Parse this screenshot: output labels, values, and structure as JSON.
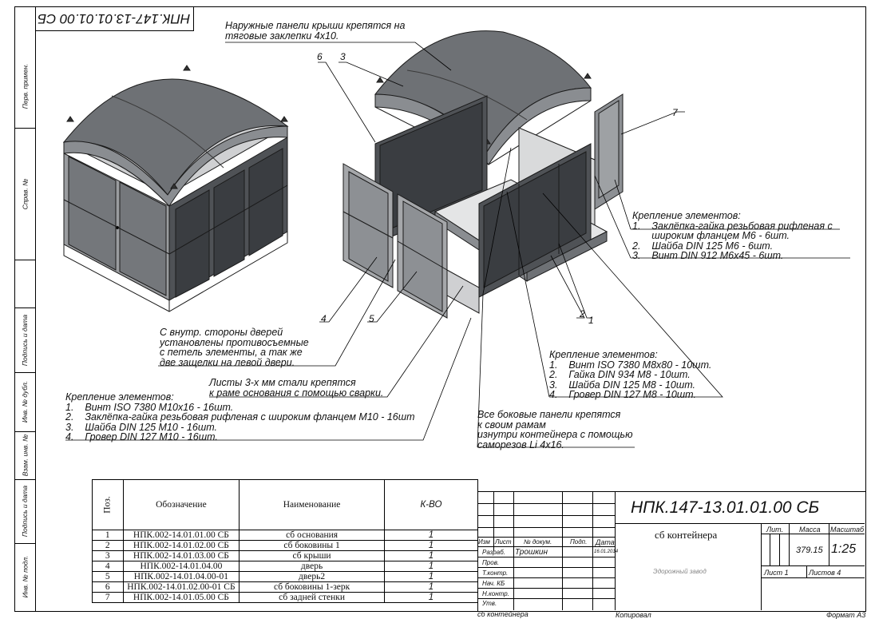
{
  "top_code": "НПК.147-13.01.01.00 СБ",
  "side_labels": [
    "Перв. примен.",
    "Справ. №",
    "Подпись и дата",
    "Инв. № дубл.",
    "Взам. инв. №",
    "Подпись и дата",
    "Инв. № подл."
  ],
  "callouts": [
    "6",
    "3",
    "7",
    "4",
    "5",
    "2",
    "1"
  ],
  "notes": {
    "roof": "Наружные панели крыши крепятся на\nтяговые заклепки 4x10.",
    "fix_right": "Крепление элементов:\n1.    Заклёпка-гайка резьбовая рифленая с\n       широким фланцем М6 - 6шт.\n2.    Шайба DIN 125 М6 - 6шт.\n3.    Винт DIN 912 М6x45 - 6шт.",
    "doors": "С внутр. стороны дверей\nустановлены противосъемные\nс петель элементы, а так же\nдве защелки на левой двери.",
    "fix_mid": "Крепление элементов:\n1.    Винт ISO 7380 М8x80 - 10шт.\n2.    Гайка DIN 934 М8 - 10шт.\n3.    Шайба DIN 125 М8 - 10шт.\n4.    Гровер DIN 127 М8 - 10шт.",
    "sheets": "Листы 3-х мм стали крепятся\nк раме основания с помощью сварки.",
    "fix_left": "Крепление элементов:\n1.    Винт ISO 7380 М10x16 - 16шт.\n2.    Заклёпка-гайка резьбовая рифленая с широким фланцем М10 - 16шт\n3.    Шайба DIN 125 М10 - 16шт.\n4.    Гровер DIN 127 М10 - 16шт.",
    "panels": "Все боковые панели крепятся\nк своим рамам\nизнутри контейнера с помощью\nсаморезов Li 4x16."
  },
  "spec": {
    "headers": [
      "Поз.",
      "Обозначение",
      "Наименование",
      "К-ВО"
    ],
    "rows": [
      [
        "1",
        "НПК.002-14.01.01.00 СБ",
        "сб основания",
        "1"
      ],
      [
        "2",
        "НПК.002-14.01.02.00 СБ",
        "сб боковины 1",
        "1"
      ],
      [
        "3",
        "НПК.002-14.01.03.00 СБ",
        "сб крыши",
        "1"
      ],
      [
        "4",
        "НПК.002-14.01.04.00",
        "дверь",
        "1"
      ],
      [
        "5",
        "НПК.002-14.01.04.00-01",
        "дверь2",
        "1"
      ],
      [
        "6",
        "НПК.002-14.01.02.00-01 СБ",
        "сб боковины 1-зерк",
        "1"
      ],
      [
        "7",
        "НПК.002-14.01.05.00 СБ",
        "сб задней стенки",
        "1"
      ]
    ]
  },
  "title_block": {
    "code": "НПК.147-13.01.01.00 СБ",
    "name": "сб контейнера",
    "col_heads": [
      "Изм",
      "Лист",
      "№ докум.",
      "Подп.",
      "Дата"
    ],
    "roles": [
      "Разраб.",
      "Пров.",
      "Т.контр.",
      "Нач. КБ",
      "Н.контр.",
      "Утв."
    ],
    "developer": "Трошкин",
    "date": "16.01.2014",
    "lit_label": "Лит.",
    "mass_label": "Масса",
    "scale_label": "Масштаб",
    "mass": "379.15",
    "scale": "1:25",
    "sheet_label": "Лист 1",
    "sheets_label": "Листов 4",
    "company": "Эдорожный завод",
    "footer_left": "сб контейнера",
    "footer_mid": "Копировал",
    "footer_right": "Формат А3"
  }
}
